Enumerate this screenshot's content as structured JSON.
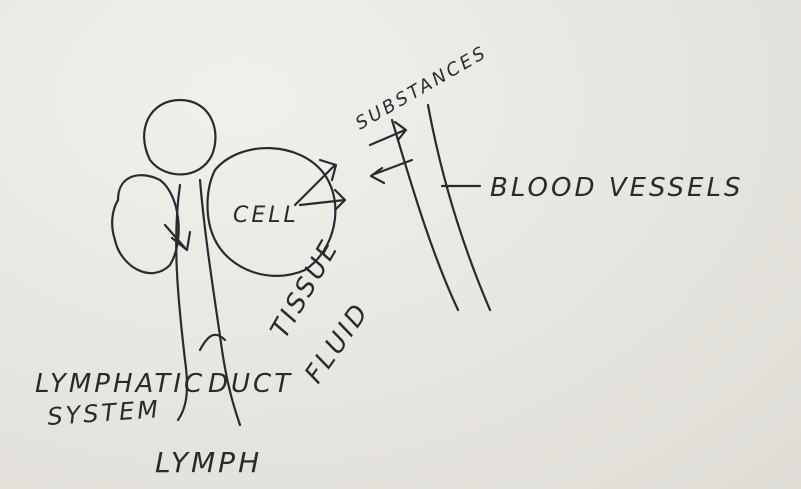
{
  "diagram": {
    "labels": {
      "substances": "SUBSTANCES",
      "blood_vessels": "BLOOD VESSELS",
      "cell": "CELL",
      "tissue": "TISSUE",
      "fluid": "FLUID",
      "lymphatic": "LYMPHATIC",
      "duct": "DUCT",
      "system": "SYSTEM",
      "lymph": "LYMPH"
    },
    "colors": {
      "ink": "#2a2a2e",
      "paper": "#e8e6e1"
    }
  }
}
